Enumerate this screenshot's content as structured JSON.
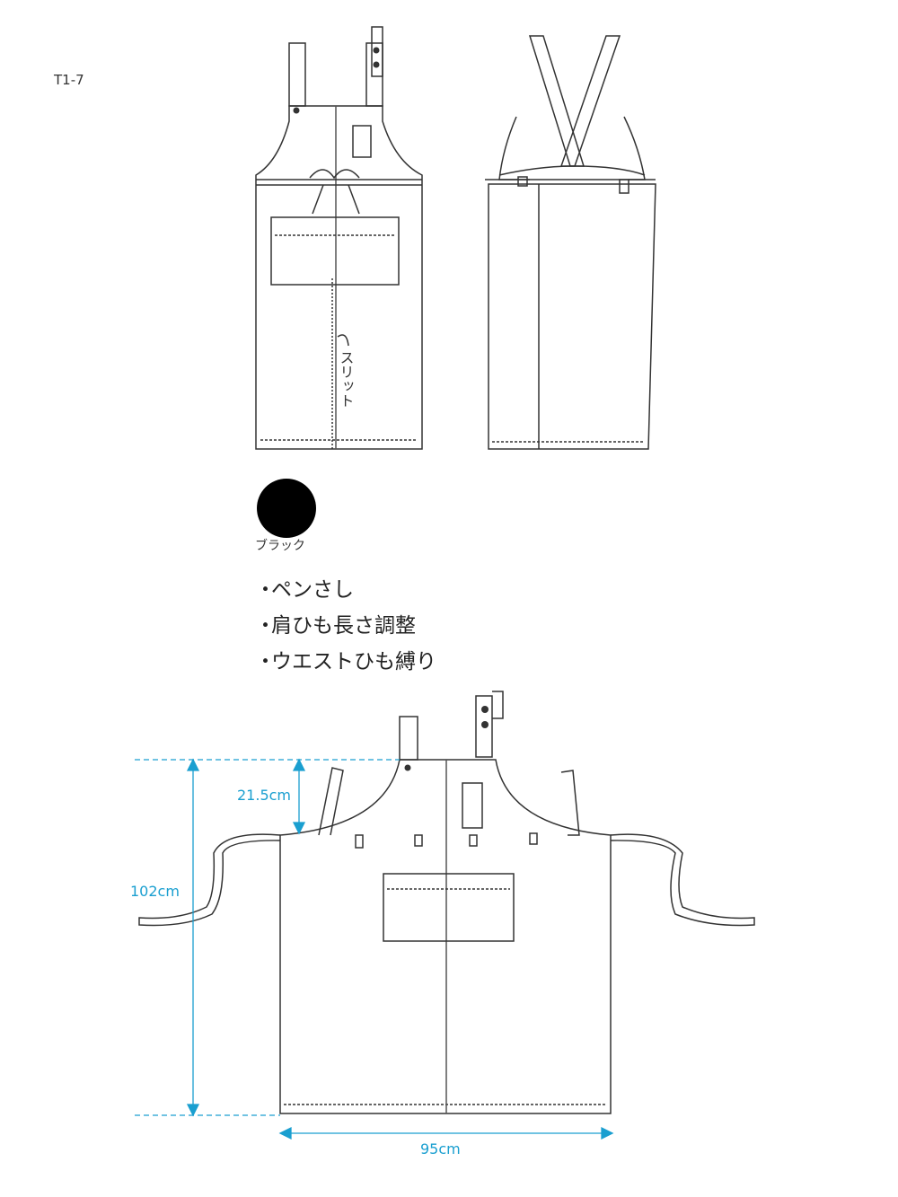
{
  "product_code": "T1-7",
  "slit_label": "スリット",
  "color_swatch": {
    "name": "ブラック",
    "hex": "#000000"
  },
  "features": [
    "ペンさし",
    "肩ひも長さ調整",
    "ウエストひも縛り"
  ],
  "bullet": "・",
  "dimensions": {
    "strap_drop": "21.5cm",
    "length": "102cm",
    "width": "95cm"
  },
  "colors": {
    "line": "#333333",
    "dimension": "#1a9fd0"
  }
}
